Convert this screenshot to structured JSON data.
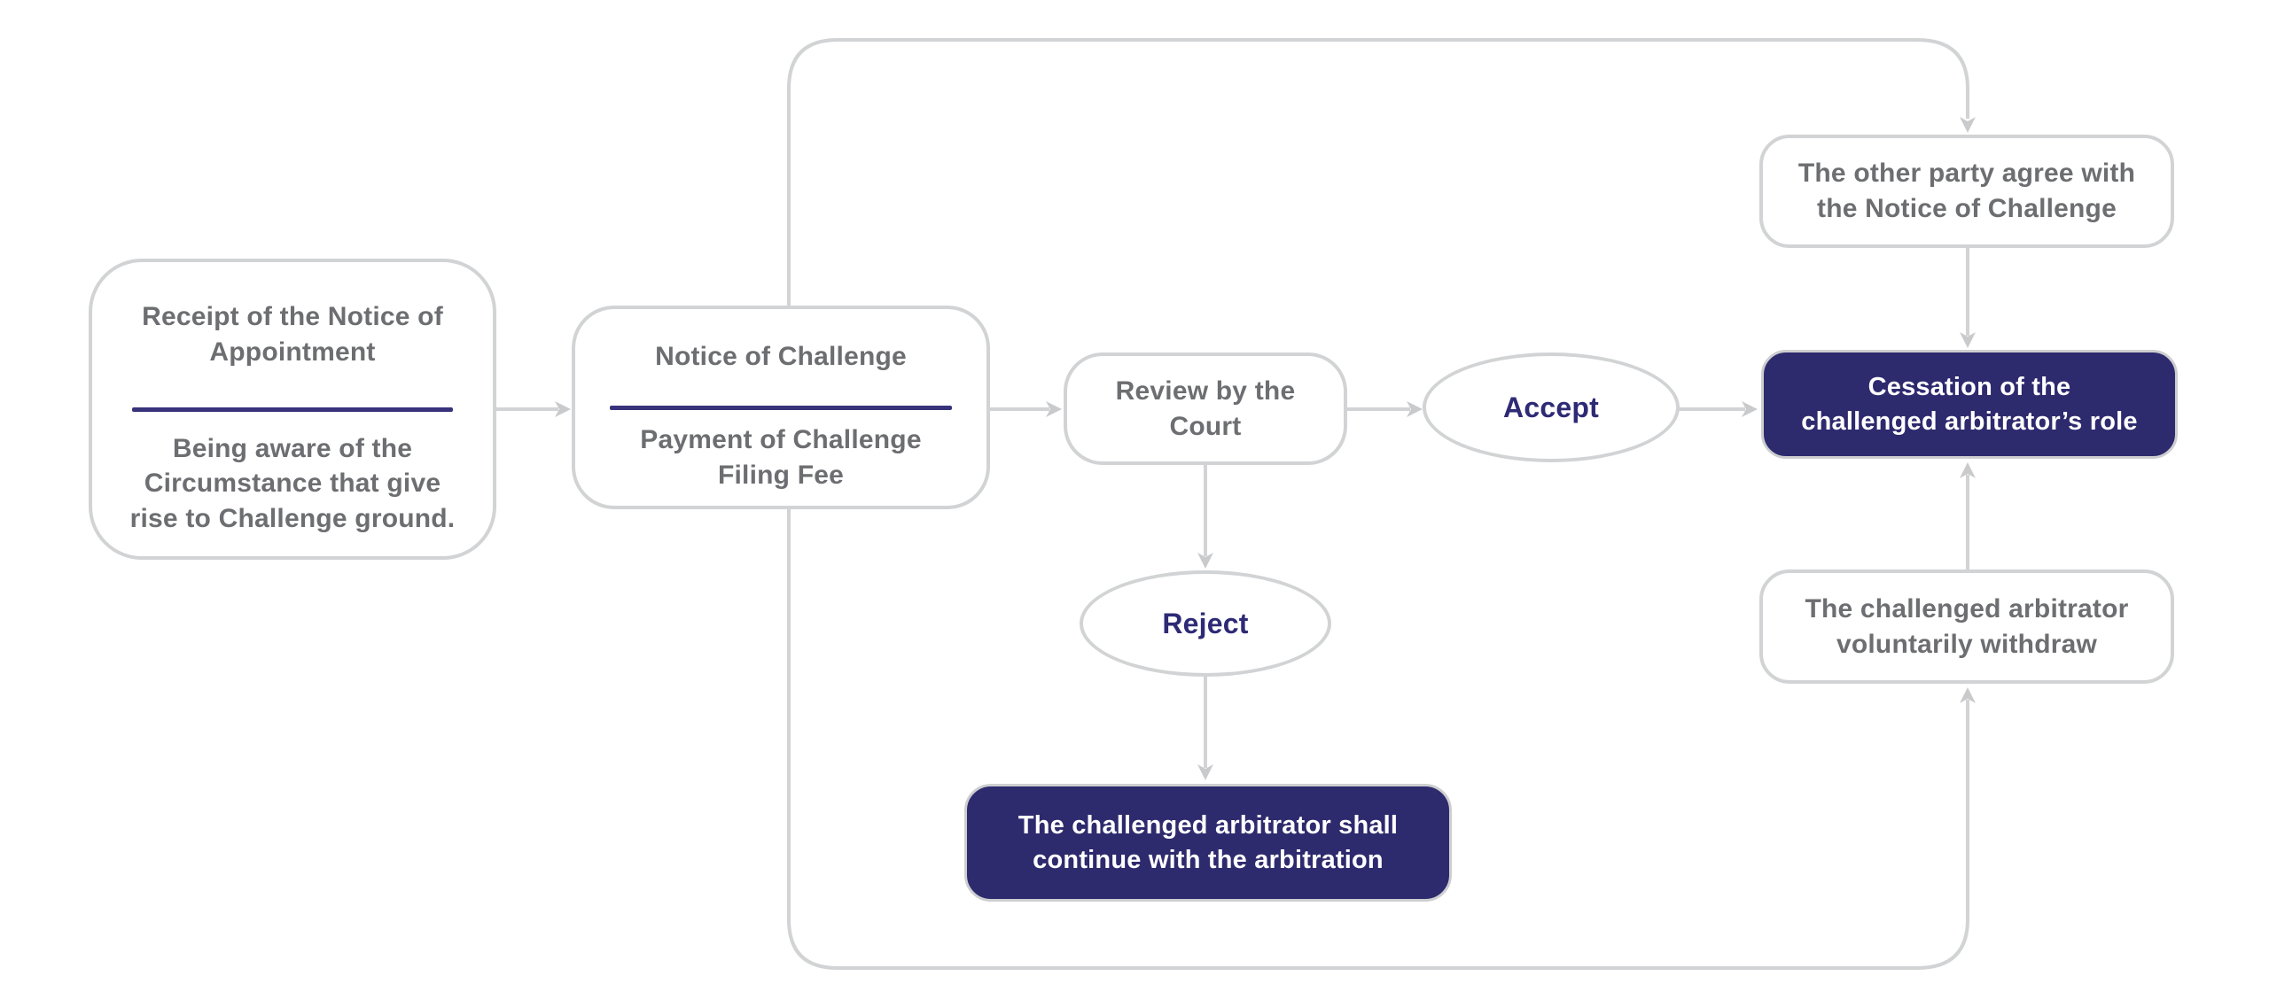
{
  "diagram": {
    "colors": {
      "navy_fill": "#2e2a6e",
      "navy_text": "#2e2a75",
      "divider_navy": "#38327b",
      "line_gray": "#d1d3d4",
      "text_gray": "#6d6e71",
      "white_text": "#ffffff"
    },
    "nodes": {
      "receipt": {
        "top_lines": [
          "Receipt of the Notice of",
          "Appointment"
        ],
        "bottom_lines": [
          "Being aware of the",
          "Circumstance that give",
          "rise to Challenge ground."
        ]
      },
      "notice": {
        "top_lines": [
          "Notice of Challenge"
        ],
        "bottom_lines": [
          "Payment of Challenge",
          "Filing Fee"
        ]
      },
      "review": {
        "lines": [
          "Review by the",
          "Court"
        ]
      },
      "accept": {
        "label": "Accept"
      },
      "reject": {
        "label": "Reject"
      },
      "other_party": {
        "lines": [
          "The other party agree with",
          "the Notice of Challenge"
        ]
      },
      "cessation": {
        "lines": [
          "Cessation of the",
          "challenged arbitrator’s role"
        ]
      },
      "withdraw": {
        "lines": [
          "The challenged arbitrator",
          "voluntarily withdraw"
        ]
      },
      "continue_arbitration": {
        "lines": [
          "The challenged arbitrator shall",
          "continue with the arbitration"
        ]
      }
    }
  }
}
